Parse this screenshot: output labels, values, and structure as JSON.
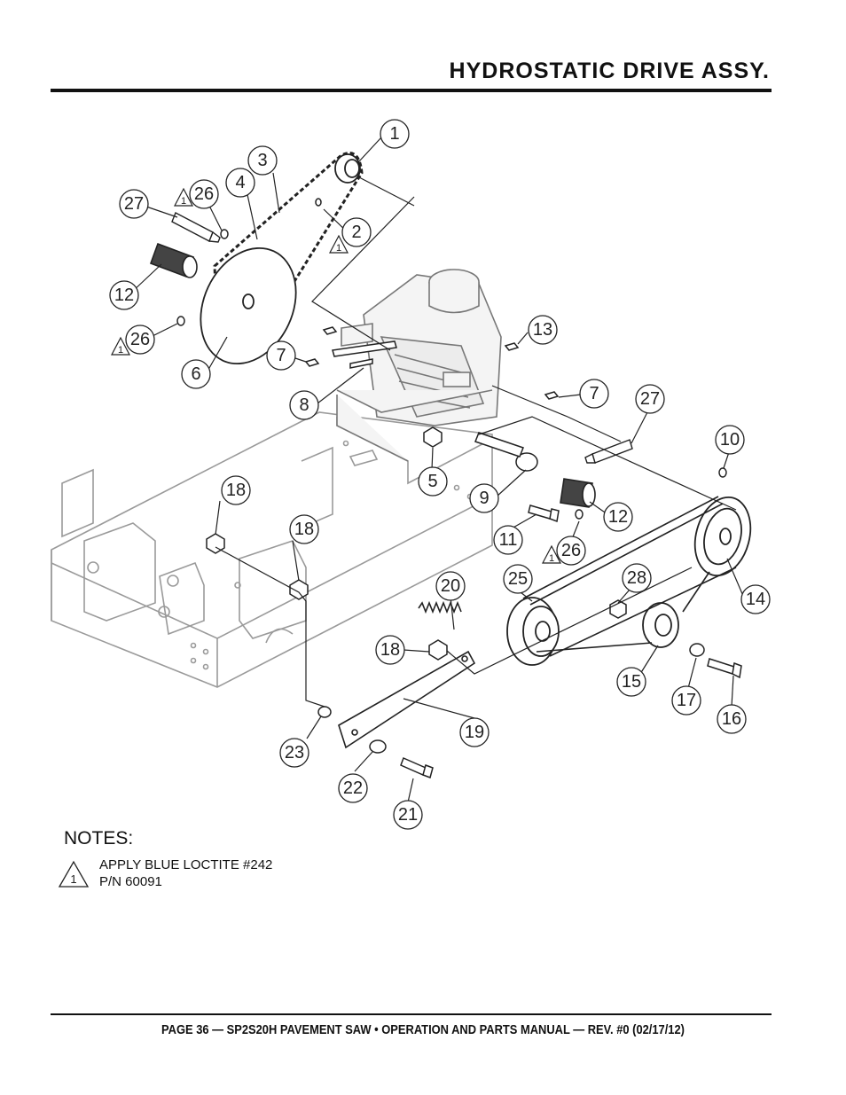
{
  "header": {
    "title": "HYDROSTATIC DRIVE ASSY."
  },
  "callouts": [
    {
      "id": "c1",
      "label": "1"
    },
    {
      "id": "c2",
      "label": "2"
    },
    {
      "id": "c3",
      "label": "3"
    },
    {
      "id": "c4",
      "label": "4"
    },
    {
      "id": "c5",
      "label": "5"
    },
    {
      "id": "c6",
      "label": "6"
    },
    {
      "id": "c7a",
      "label": "7"
    },
    {
      "id": "c7b",
      "label": "7"
    },
    {
      "id": "c8",
      "label": "8"
    },
    {
      "id": "c9",
      "label": "9"
    },
    {
      "id": "c10",
      "label": "10"
    },
    {
      "id": "c11",
      "label": "11"
    },
    {
      "id": "c12a",
      "label": "12"
    },
    {
      "id": "c12b",
      "label": "12"
    },
    {
      "id": "c13",
      "label": "13"
    },
    {
      "id": "c14",
      "label": "14"
    },
    {
      "id": "c15",
      "label": "15"
    },
    {
      "id": "c16",
      "label": "16"
    },
    {
      "id": "c17",
      "label": "17"
    },
    {
      "id": "c18a",
      "label": "18"
    },
    {
      "id": "c18b",
      "label": "18"
    },
    {
      "id": "c18c",
      "label": "18"
    },
    {
      "id": "c19",
      "label": "19"
    },
    {
      "id": "c20",
      "label": "20"
    },
    {
      "id": "c21",
      "label": "21"
    },
    {
      "id": "c22",
      "label": "22"
    },
    {
      "id": "c23",
      "label": "23"
    },
    {
      "id": "c25",
      "label": "25"
    },
    {
      "id": "c26a",
      "label": "26"
    },
    {
      "id": "c26b",
      "label": "26"
    },
    {
      "id": "c26c",
      "label": "26"
    },
    {
      "id": "c27a",
      "label": "27"
    },
    {
      "id": "c27b",
      "label": "27"
    },
    {
      "id": "c28",
      "label": "28"
    }
  ],
  "warning_marker": "1",
  "notes": {
    "label": "NOTES:",
    "marker": "1",
    "line1": "APPLY BLUE LOCTITE #242",
    "line2": "P/N 60091"
  },
  "footer": {
    "text": "PAGE 36 — SP2S20H PAVEMENT SAW • OPERATION AND PARTS MANUAL — REV. #0 (02/17/12)"
  }
}
